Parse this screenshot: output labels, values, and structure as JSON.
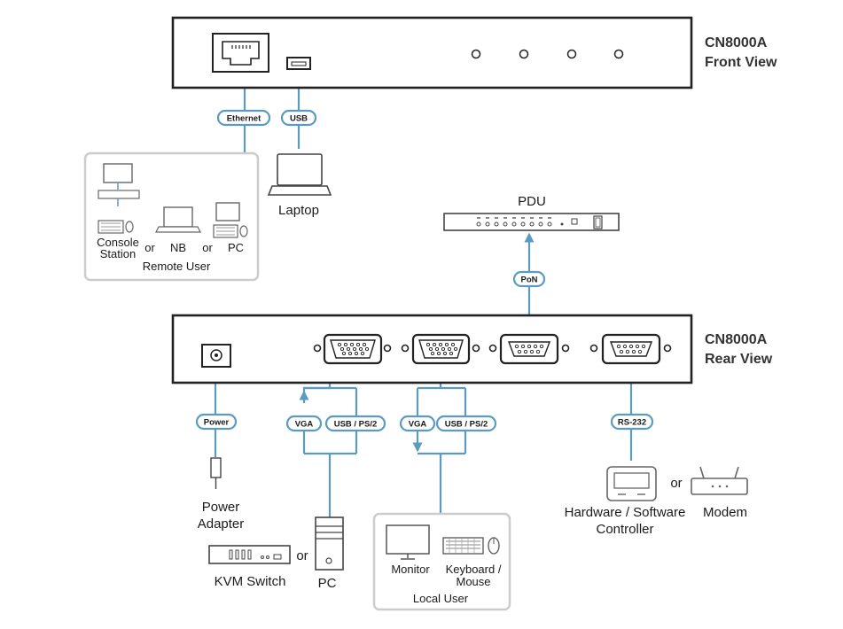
{
  "units": {
    "front_title": "CN8000A",
    "front_subtitle": "Front View",
    "rear_title": "CN8000A",
    "rear_subtitle": "Rear View"
  },
  "cables": {
    "ethernet": "Ethernet",
    "usb": "USB",
    "pon": "PoN",
    "power": "Power",
    "vga_in": "VGA",
    "usb_ps2_in": "USB / PS/2",
    "vga_out": "VGA",
    "usb_ps2_out": "USB / PS/2",
    "rs232": "RS-232"
  },
  "devices": {
    "laptop": "Laptop",
    "pdu": "PDU",
    "console_station_line1": "Console",
    "console_station_line2": "Station",
    "or_1": "or",
    "nb": "NB",
    "or_2": "or",
    "pc_remote": "PC",
    "remote_user": "Remote User",
    "power_adapter_line1": "Power",
    "power_adapter_line2": "Adapter",
    "kvm_switch": "KVM Switch",
    "or_3": "or",
    "pc_rear": "PC",
    "monitor": "Monitor",
    "keyboard_mouse_line1": "Keyboard /",
    "keyboard_mouse_line2": "Mouse",
    "local_user": "Local User",
    "hw_sw_controller_line1": "Hardware / Software",
    "hw_sw_controller_line2": "Controller",
    "or_4": "or",
    "modem": "Modem"
  },
  "colors": {
    "cable": "#5b9bbf",
    "device_outline": "#222222",
    "panel_border": "#cccccc"
  }
}
